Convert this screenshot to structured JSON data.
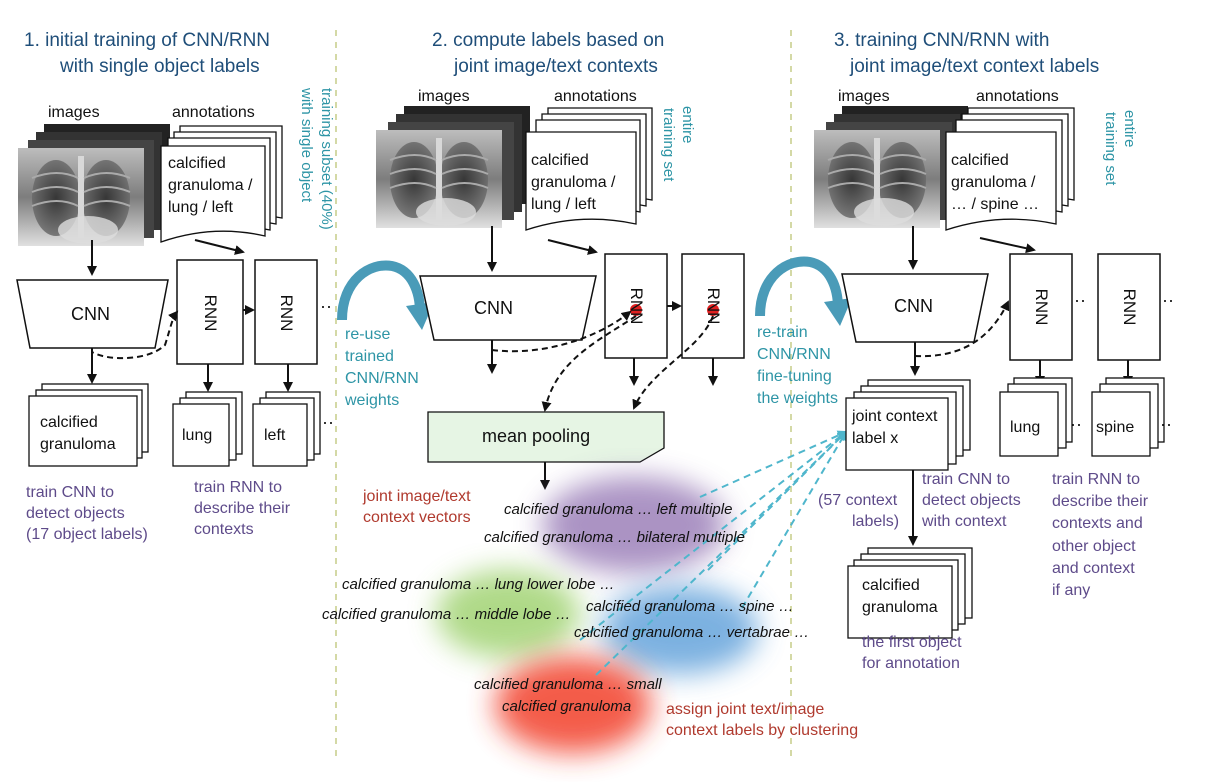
{
  "step1": {
    "line1": "1.   initial training of CNN/RNN",
    "line2": "with single object labels"
  },
  "step2": {
    "line1": "2. compute labels based on",
    "line2": "joint image/text contexts"
  },
  "step3": {
    "line1": "3. training CNN/RNN with",
    "line2": "joint image/text context labels"
  },
  "col1": {
    "images_label": "images",
    "annotations_label": "annotations",
    "annotation_text": [
      "calcified",
      "granuloma /",
      "lung / left"
    ],
    "subset_text": [
      "training subset (40%)",
      "with single object"
    ],
    "cnn_label": "CNN",
    "rnn_label": "RNN",
    "out_cnn": [
      "calcified",
      "granuloma"
    ],
    "out_rnn1": "lung",
    "out_rnn2": "left",
    "ellipsis": "··",
    "train_cnn": [
      "train CNN to",
      "detect objects",
      "(17 object labels)"
    ],
    "train_rnn": [
      "train RNN to",
      "describe their",
      "contexts"
    ]
  },
  "col2": {
    "images_label": "images",
    "annotations_label": "annotations",
    "annotation_text": [
      "calcified",
      "granuloma /",
      "lung / left"
    ],
    "entire_text": [
      "entire",
      "training set"
    ],
    "reuse_text": [
      "re-use",
      "trained",
      "CNN/RNN",
      "weights"
    ],
    "cnn_label": "CNN",
    "rnn_label": "RNN",
    "mean_pooling": "mean pooling",
    "context_vectors": [
      "joint image/text",
      "context vectors"
    ],
    "clusters": [
      "calcified granuloma … left multiple",
      "calcified granuloma … bilateral multiple",
      "calcified granuloma … lung lower lobe …",
      "calcified granuloma … middle lobe …",
      "calcified granuloma … spine …",
      "calcified granuloma … vertabrae …",
      "calcified granuloma … small",
      "calcified granuloma"
    ],
    "assign_text": [
      "assign joint text/image",
      "context labels by clustering"
    ]
  },
  "col3": {
    "images_label": "images",
    "annotations_label": "annotations",
    "annotation_text": [
      "calcified",
      "granuloma /",
      "… / spine …"
    ],
    "entire_text": [
      "entire",
      "training set"
    ],
    "retrain_text": [
      "re-train",
      "CNN/RNN",
      "fine-tuning",
      "the weights"
    ],
    "cnn_label": "CNN",
    "rnn_label": "RNN",
    "joint_label": [
      "joint context",
      "label x"
    ],
    "context_count": [
      "(57 context",
      "labels)"
    ],
    "train_cnn": [
      "train CNN to",
      "detect objects",
      "with context"
    ],
    "out_rnn1": "lung",
    "out_rnn2": "spine",
    "train_rnn": [
      "train RNN to",
      "describe their",
      "contexts and",
      "other object",
      "and context",
      "if any"
    ],
    "first_object": [
      "calcified",
      "granuloma"
    ],
    "first_caption": [
      "the first object",
      "for annotation"
    ]
  },
  "colors": {
    "title": "#1f4e79",
    "teal": "#2e95a6",
    "purple": "#5e4b8a",
    "red": "#b03a2e",
    "pool_fill": "#e6f5e4",
    "arrow_blue": "#4a9bb8"
  }
}
